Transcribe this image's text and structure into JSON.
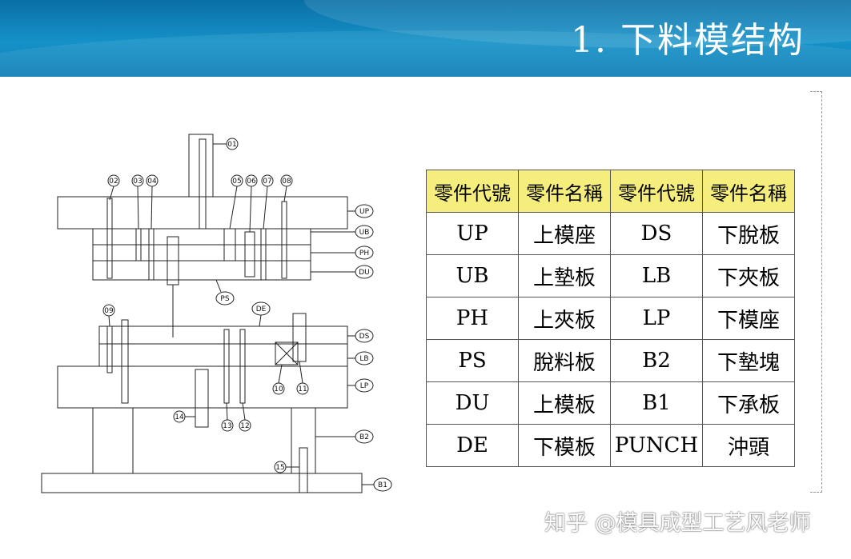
{
  "slide": {
    "title": "1.  下料模结构",
    "watermark": "知乎 @模具成型工艺风老师"
  },
  "parts_table": {
    "headers": [
      "零件代號",
      "零件名稱",
      "零件代號",
      "零件名稱"
    ],
    "rows": [
      [
        "UP",
        "上模座",
        "DS",
        "下脫板"
      ],
      [
        "UB",
        "上墊板",
        "LB",
        "下夾板"
      ],
      [
        "PH",
        "上夾板",
        "LP",
        "下模座"
      ],
      [
        "PS",
        "脫料板",
        "B2",
        "下墊塊"
      ],
      [
        "DU",
        "上模板",
        "B1",
        "下承板"
      ],
      [
        "DE",
        "下模板",
        "PUNCH",
        "沖頭"
      ]
    ]
  },
  "drawing": {
    "plate_labels": [
      "UP",
      "UB",
      "PH",
      "DU",
      "PS",
      "DE",
      "DS",
      "LB",
      "LP",
      "B2",
      "B1"
    ],
    "part_numbers": [
      "01",
      "02",
      "03",
      "04",
      "05",
      "06",
      "07",
      "08",
      "09",
      "10",
      "11",
      "12",
      "13",
      "14",
      "15"
    ]
  },
  "colors": {
    "header_blue": "#1592c8",
    "table_header_yellow": "#f5ee7c"
  }
}
